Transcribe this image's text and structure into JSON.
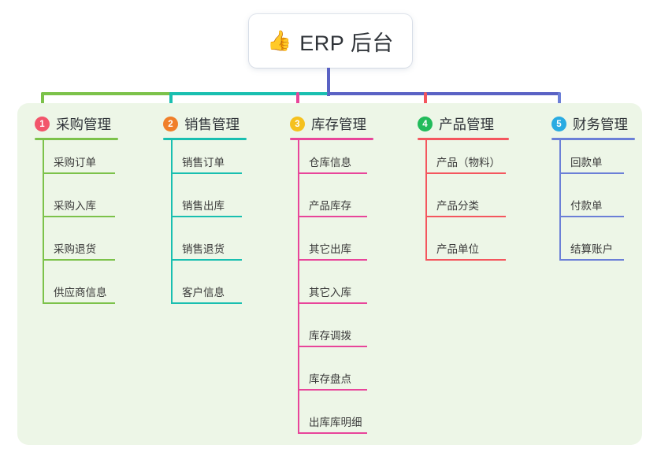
{
  "diagram": {
    "root": {
      "emoji": "👍",
      "emoji_name": "thumbs-up-icon",
      "label": "ERP 后台"
    },
    "panel_bg": "#edf6e7",
    "stem_color": "#5a62c4",
    "bus_segments": [
      {
        "color": "#7cc24a"
      },
      {
        "color": "#19bfb0"
      },
      {
        "color": "#5a62c4"
      }
    ],
    "columns": [
      {
        "number": "1",
        "label": "采购管理",
        "badge_color": "#f2556b",
        "line_color": "#7cc24a",
        "items": [
          {
            "label": "采购订单"
          },
          {
            "label": "采购入库"
          },
          {
            "label": "采购退货"
          },
          {
            "label": "供应商信息"
          }
        ]
      },
      {
        "number": "2",
        "label": "销售管理",
        "badge_color": "#f07f2a",
        "line_color": "#19bfb0",
        "items": [
          {
            "label": "销售订单"
          },
          {
            "label": "销售出库"
          },
          {
            "label": "销售退货"
          },
          {
            "label": "客户信息"
          }
        ]
      },
      {
        "number": "3",
        "label": "库存管理",
        "badge_color": "#f5c11e",
        "line_color": "#e8459a",
        "items": [
          {
            "label": "仓库信息"
          },
          {
            "label": "产品库存"
          },
          {
            "label": "其它出库"
          },
          {
            "label": "其它入库"
          },
          {
            "label": "库存调拨"
          },
          {
            "label": "库存盘点"
          },
          {
            "label": "出库库明细"
          }
        ]
      },
      {
        "number": "4",
        "label": "产品管理",
        "badge_color": "#22bb5b",
        "line_color": "#f4565e",
        "items": [
          {
            "label": "产品（物料）"
          },
          {
            "label": "产品分类"
          },
          {
            "label": "产品单位"
          }
        ]
      },
      {
        "number": "5",
        "label": "财务管理",
        "badge_color": "#29abe2",
        "line_color": "#6b7fd7",
        "items": [
          {
            "label": "回款单"
          },
          {
            "label": "付款单"
          },
          {
            "label": "结算账户"
          }
        ]
      }
    ]
  }
}
